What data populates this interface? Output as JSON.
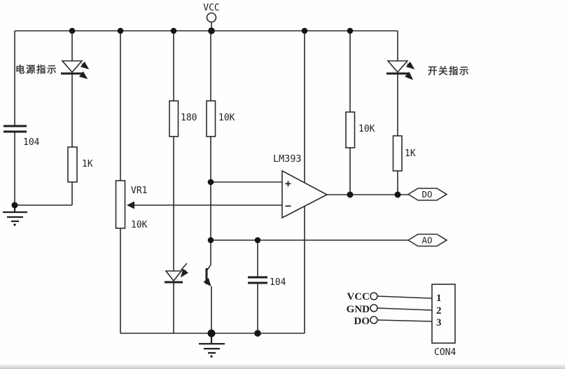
{
  "schematic": {
    "colors": {
      "line": "#2b2b2b",
      "background": "#ffffff"
    },
    "power": {
      "vcc": "VCC"
    },
    "annotations": {
      "power_indicator": "电源指示",
      "switch_indicator": "开关指示"
    },
    "components": {
      "c1": {
        "value": "104"
      },
      "r1": {
        "value": "1K"
      },
      "r2": {
        "value": "180"
      },
      "r3": {
        "value": "10K"
      },
      "vr1": {
        "name": "VR1",
        "value": "10K"
      },
      "u1": {
        "name": "LM393",
        "plus": "+",
        "minus": "−"
      },
      "r4": {
        "value": "10K"
      },
      "r5": {
        "value": "1K"
      },
      "c2": {
        "value": "104"
      }
    },
    "ports": {
      "digital_out": "DO",
      "analog_out": "AO"
    },
    "connector": {
      "name": "CON4",
      "pins": [
        {
          "number": "1",
          "label": "VCC"
        },
        {
          "number": "2",
          "label": "GND"
        },
        {
          "number": "3",
          "label": "DO"
        }
      ]
    }
  }
}
